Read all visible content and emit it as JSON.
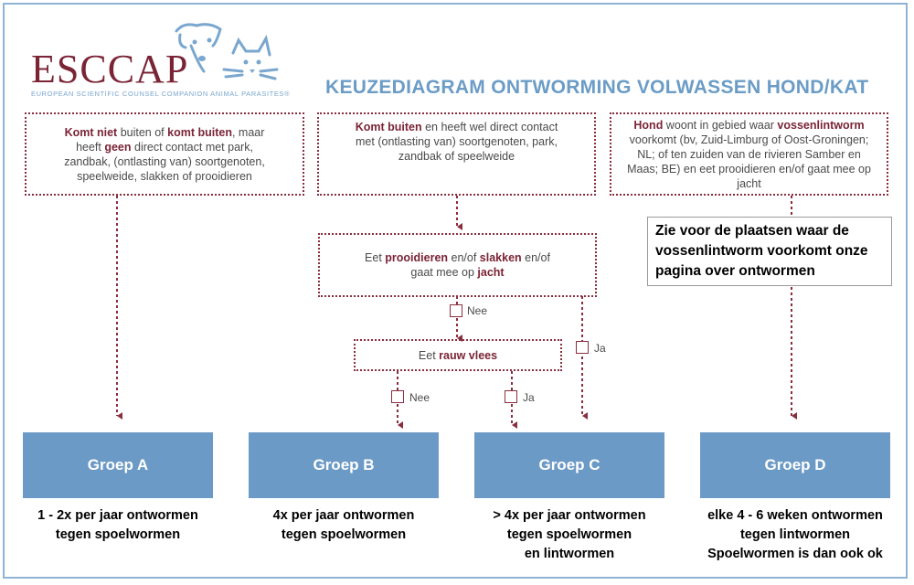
{
  "logo": {
    "name": "ESCCAP",
    "subtitle": "EUROPEAN SCIENTIFIC COUNSEL COMPANION ANIMAL PARASITES®"
  },
  "title": "KEUZEDIAGRAM ONTWORMING VOLWASSEN HOND/KAT",
  "boxes": {
    "a": [
      {
        "t": "Komt niet",
        "b": true
      },
      {
        "t": " buiten of ",
        "b": false
      },
      {
        "t": "komt buiten",
        "b": true
      },
      {
        "t": ", maar heeft ",
        "b": false
      },
      {
        "t": "geen",
        "b": true
      },
      {
        "t": " direct contact met park, zandbak, (ontlasting van) soortgenoten, speelweide, slakken of prooidieren",
        "b": false
      }
    ],
    "b": [
      {
        "t": "Komt buiten",
        "b": true
      },
      {
        "t": " en heeft wel direct contact met (ontlasting van) soortgenoten, park, zandbak of speelweide",
        "b": false
      }
    ],
    "d": [
      {
        "t": "Hond",
        "b": true
      },
      {
        "t": " woont in gebied waar ",
        "b": false
      },
      {
        "t": "vossenlintworm",
        "b": true
      },
      {
        "t": " voorkomt (bv, Zuid-Limburg of Oost-Groningen; NL; of ten zuiden van de rivieren Samber en Maas; BE) en eet prooidieren en/of gaat mee op jacht",
        "b": false
      }
    ],
    "prey": [
      {
        "t": "Eet ",
        "b": false
      },
      {
        "t": "prooidieren",
        "b": true
      },
      {
        "t": " en/of ",
        "b": false
      },
      {
        "t": "slakken",
        "b": true
      },
      {
        "t": " en/of gaat mee op ",
        "b": false
      },
      {
        "t": "jacht",
        "b": true
      }
    ],
    "raw": [
      {
        "t": "Eet ",
        "b": false
      },
      {
        "t": "rauw vlees",
        "b": true
      }
    ]
  },
  "note": "Zie voor de plaatsen waar de vossenlintworm voorkomt onze pagina over ontwormen",
  "answers": {
    "nee": "Nee",
    "ja": "Ja"
  },
  "groups": [
    {
      "label": "Groep A",
      "caption": [
        "1 - 2x per jaar ontwormen",
        "tegen spoelwormen"
      ]
    },
    {
      "label": "Groep B",
      "caption": [
        "4x per jaar ontwormen",
        "tegen spoelwormen"
      ]
    },
    {
      "label": "Groep C",
      "caption": [
        "> 4x per jaar ontwormen",
        "tegen spoelwormen",
        "en lintwormen"
      ]
    },
    {
      "label": "Groep D",
      "caption": [
        "elke 4 - 6 weken ontwormen",
        "tegen lintwormen",
        "Spoelwormen is dan ook ok"
      ]
    }
  ]
}
